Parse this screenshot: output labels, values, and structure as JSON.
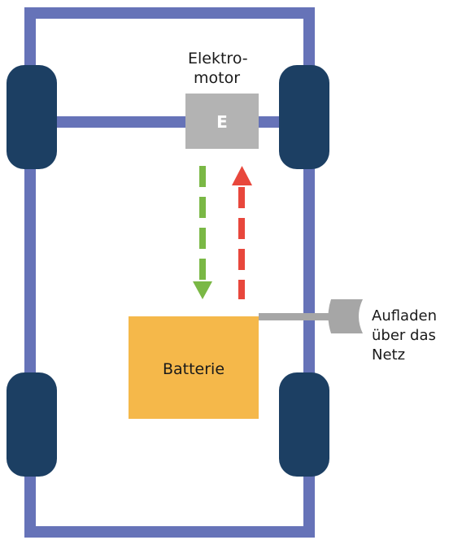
{
  "motor": {
    "label_line1": "Elektro-",
    "label_line2": "motor",
    "box_letter": "E"
  },
  "battery": {
    "label": "Batterie"
  },
  "charging": {
    "line1": "Aufladen",
    "line2": "über das",
    "line3": "Netz"
  },
  "colors": {
    "frame": "#6673b8",
    "wheel": "#1c3f63",
    "motor_box": "#b3b3b3",
    "battery_box": "#f5b84a",
    "arrow_down": "#7ab845",
    "arrow_up": "#e8473c",
    "plug": "#a6a6a6"
  }
}
